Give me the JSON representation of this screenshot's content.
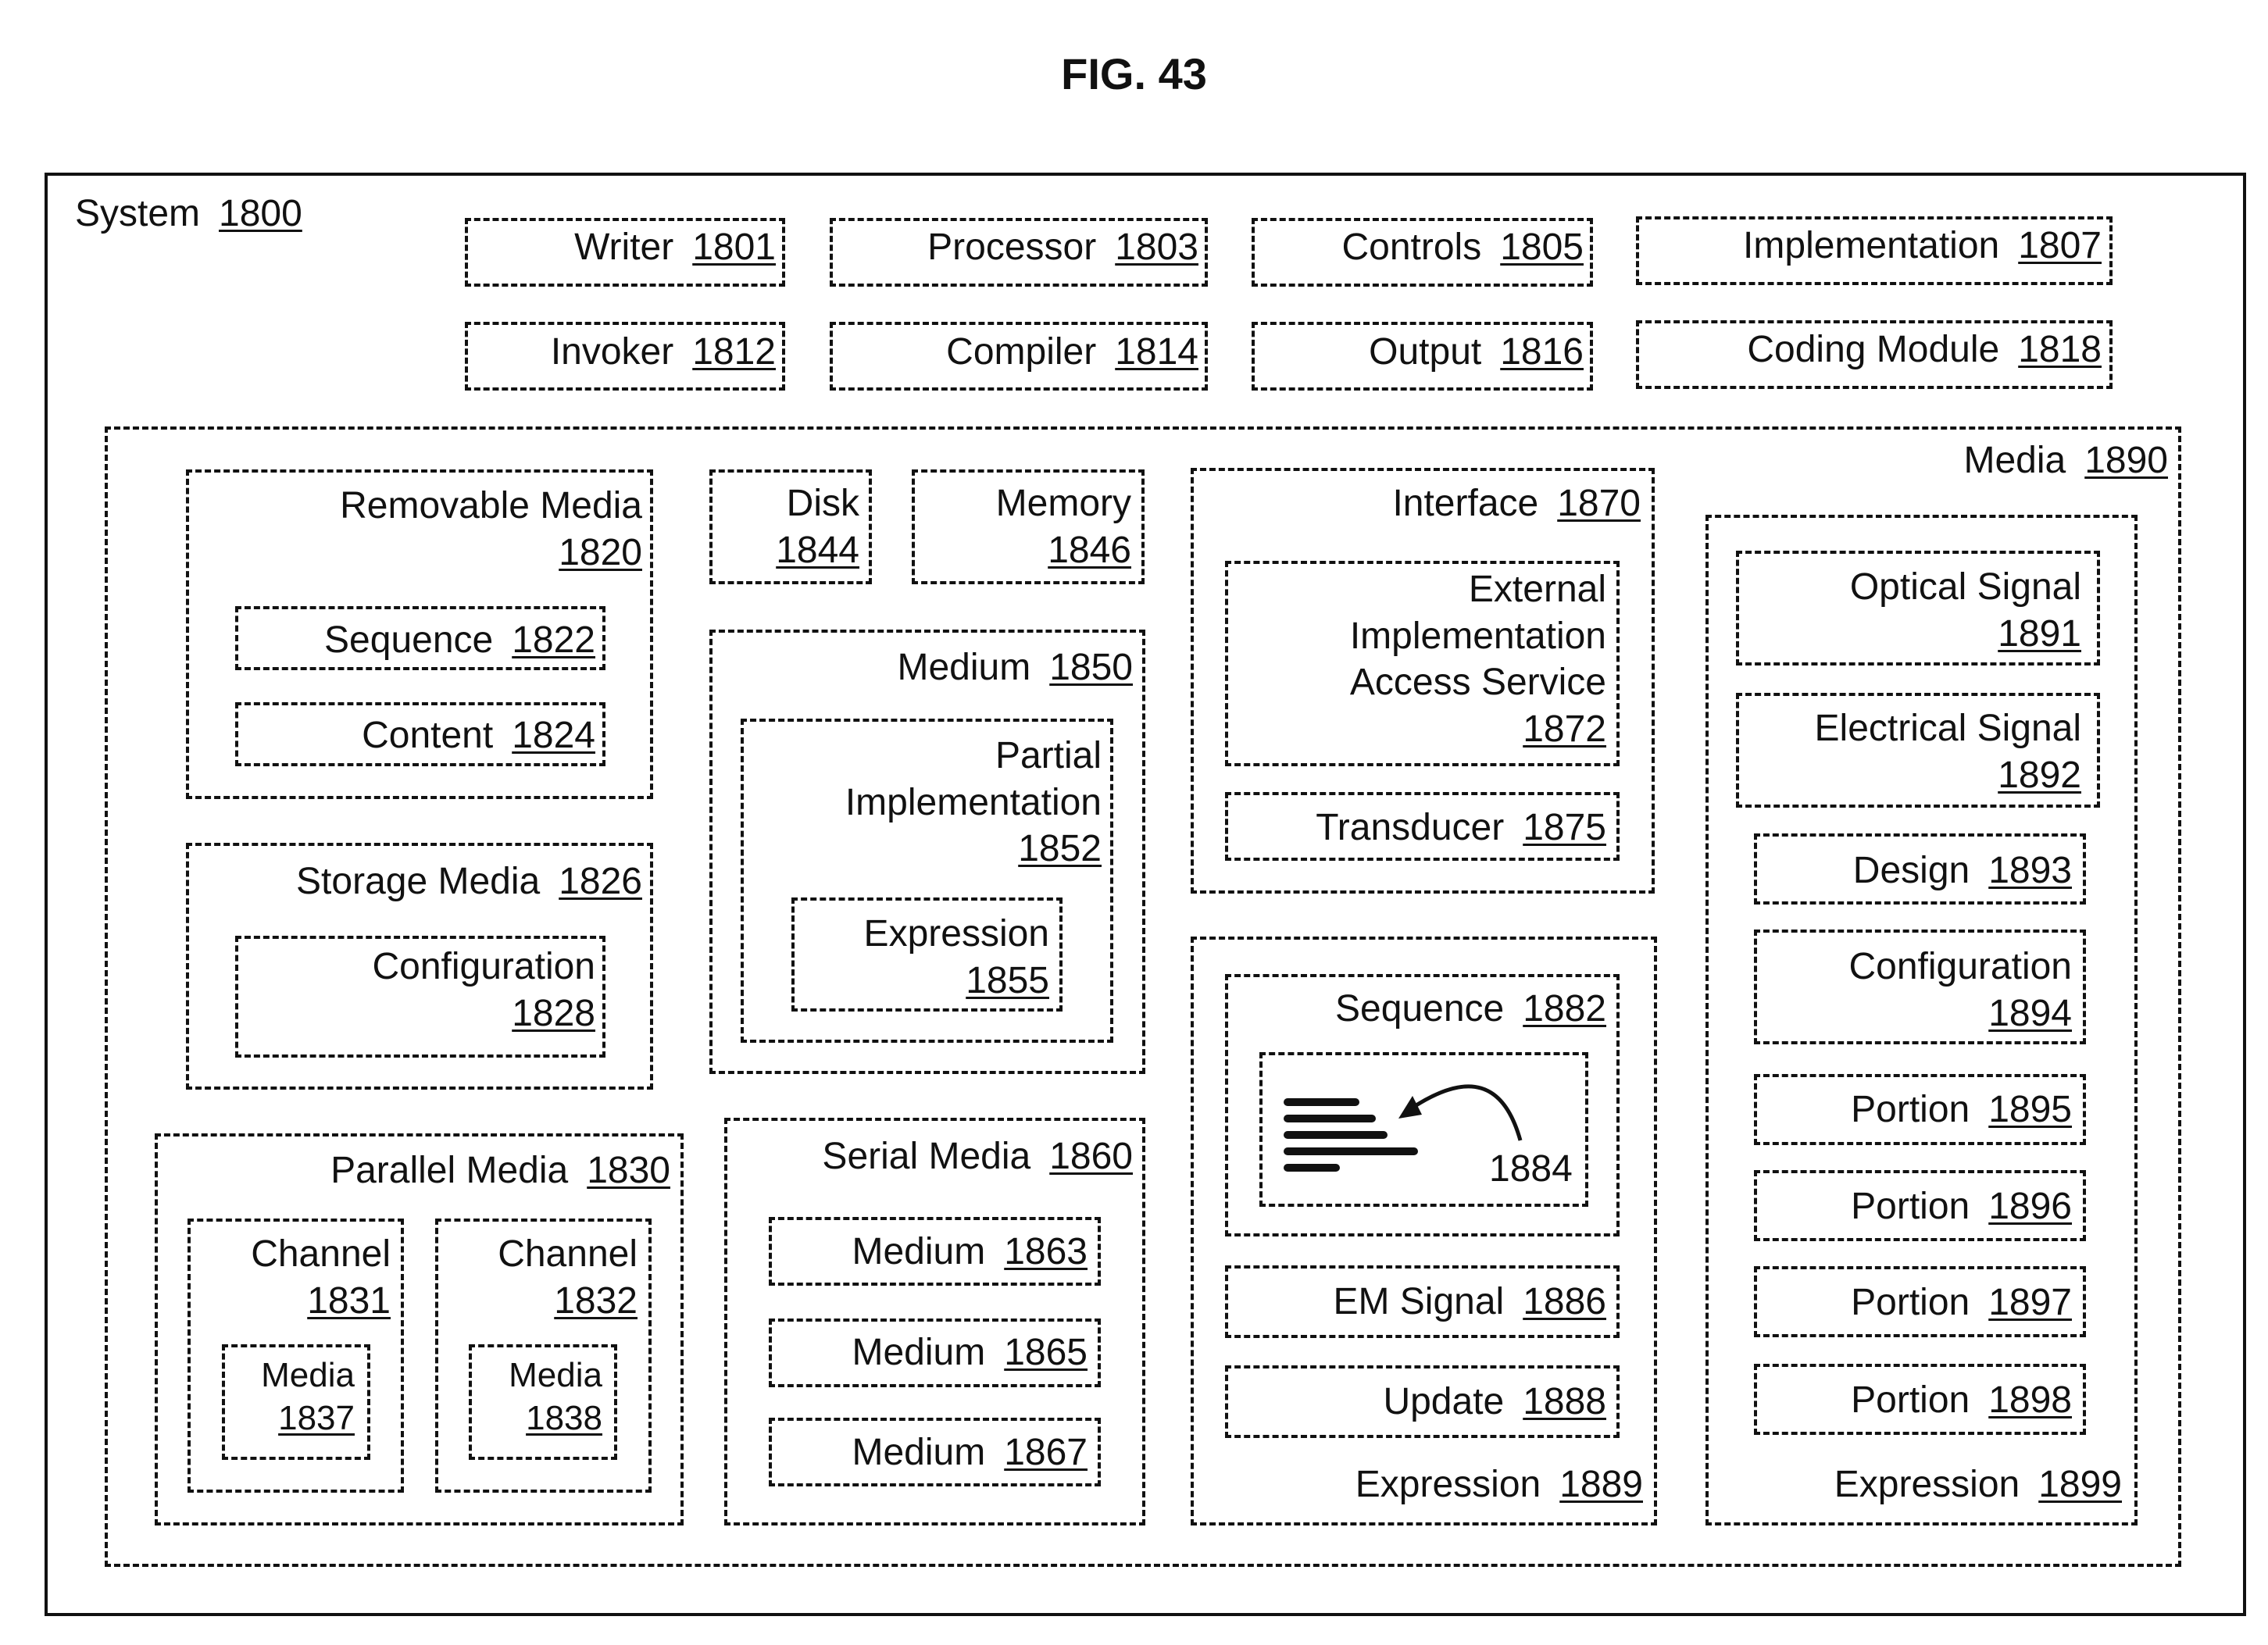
{
  "figure": {
    "title": "FIG. 43",
    "system": {
      "name": "System",
      "ref": "1800"
    },
    "writer": {
      "name": "Writer",
      "ref": "1801"
    },
    "processor": {
      "name": "Processor",
      "ref": "1803"
    },
    "controls": {
      "name": "Controls",
      "ref": "1805"
    },
    "implementation": {
      "name": "Implementation",
      "ref": "1807"
    },
    "invoker": {
      "name": "Invoker",
      "ref": "1812"
    },
    "compiler": {
      "name": "Compiler",
      "ref": "1814"
    },
    "output": {
      "name": "Output",
      "ref": "1816"
    },
    "coding_module": {
      "name": "Coding Module",
      "ref": "1818"
    },
    "media": {
      "name": "Media",
      "ref": "1890"
    },
    "removable_media": {
      "name": "Removable Media",
      "ref": "1820"
    },
    "sequence_1822": {
      "name": "Sequence",
      "ref": "1822"
    },
    "content": {
      "name": "Content",
      "ref": "1824"
    },
    "storage_media": {
      "name": "Storage Media",
      "ref": "1826"
    },
    "configuration_1828": {
      "name": "Configuration",
      "ref": "1828"
    },
    "parallel_media": {
      "name": "Parallel Media",
      "ref": "1830"
    },
    "channel_1831": {
      "name": "Channel",
      "ref": "1831"
    },
    "channel_1832": {
      "name": "Channel",
      "ref": "1832"
    },
    "media_1837": {
      "name": "Media",
      "ref": "1837"
    },
    "media_1838": {
      "name": "Media",
      "ref": "1838"
    },
    "disk": {
      "name": "Disk",
      "ref": "1844"
    },
    "memory": {
      "name": "Memory",
      "ref": "1846"
    },
    "medium_1850": {
      "name": "Medium",
      "ref": "1850"
    },
    "partial_implementation": {
      "line1": "Partial",
      "line2": "Implementation",
      "ref": "1852"
    },
    "expression_1855": {
      "name": "Expression",
      "ref": "1855"
    },
    "serial_media": {
      "name": "Serial Media",
      "ref": "1860"
    },
    "medium_1863": {
      "name": "Medium",
      "ref": "1863"
    },
    "medium_1865": {
      "name": "Medium",
      "ref": "1865"
    },
    "medium_1867": {
      "name": "Medium",
      "ref": "1867"
    },
    "interface": {
      "name": "Interface",
      "ref": "1870"
    },
    "external_service": {
      "line1": "External",
      "line2": "Implementation",
      "line3": "Access Service",
      "ref": "1872"
    },
    "transducer": {
      "name": "Transducer",
      "ref": "1875"
    },
    "sequence_1882": {
      "name": "Sequence",
      "ref": "1882"
    },
    "item_1884": {
      "ref": "1884"
    },
    "em_signal": {
      "name": "EM Signal",
      "ref": "1886"
    },
    "update": {
      "name": "Update",
      "ref": "1888"
    },
    "expression_1889": {
      "name": "Expression",
      "ref": "1889"
    },
    "optical_signal": {
      "name": "Optical Signal",
      "ref": "1891"
    },
    "electrical_signal": {
      "name": "Electrical Signal",
      "ref": "1892"
    },
    "design": {
      "name": "Design",
      "ref": "1893"
    },
    "configuration_1894": {
      "name": "Configuration",
      "ref": "1894"
    },
    "portion_1895": {
      "name": "Portion",
      "ref": "1895"
    },
    "portion_1896": {
      "name": "Portion",
      "ref": "1896"
    },
    "portion_1897": {
      "name": "Portion",
      "ref": "1897"
    },
    "portion_1898": {
      "name": "Portion",
      "ref": "1898"
    },
    "expression_1899": {
      "name": "Expression",
      "ref": "1899"
    }
  }
}
